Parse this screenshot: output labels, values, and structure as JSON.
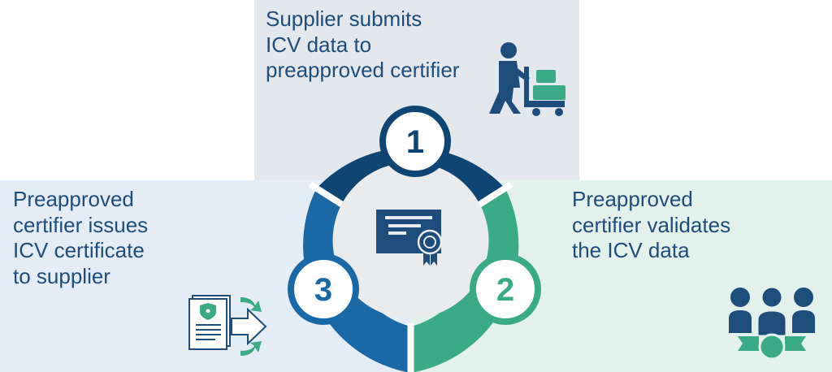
{
  "steps": [
    {
      "number": "1",
      "lines": [
        "Supplier submits",
        "ICV data to",
        "preapproved certifier"
      ],
      "icon": "supplier-cart-icon",
      "color": "#0f4572"
    },
    {
      "number": "2",
      "lines": [
        "Preapproved",
        "certifier validates",
        "the ICV data"
      ],
      "icon": "team-validation-icon",
      "color": "#3aab86"
    },
    {
      "number": "3",
      "lines": [
        "Preapproved",
        "certifier issues",
        "ICV certificate",
        "to supplier"
      ],
      "icon": "document-send-icon",
      "color": "#1a69a6"
    }
  ],
  "center_icon": "certificate-icon",
  "colors": {
    "navy": "#0f4572",
    "blue": "#1a69a6",
    "green": "#3aab86",
    "text": "#1e4d7b",
    "panel_top": "#e2e8ed",
    "panel_left": "#e4ecf5",
    "panel_right": "#e3f1ec"
  }
}
